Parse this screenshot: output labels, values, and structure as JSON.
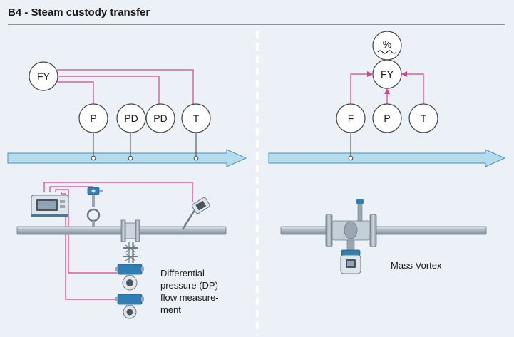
{
  "header": {
    "title": "B4 - Steam custody transfer"
  },
  "left_panel": {
    "bubbles": {
      "fy": "FY",
      "p": "P",
      "pd1": "PD",
      "pd2": "PD",
      "t": "T"
    },
    "caption_lines": [
      "Differential",
      "pressure (DP)",
      "flow measure-",
      "ment"
    ]
  },
  "right_panel": {
    "bubbles": {
      "percent": "%",
      "fy": "FY",
      "f": "F",
      "p": "P",
      "t": "T"
    },
    "caption": "Mass Vortex"
  },
  "colors": {
    "signal_line": "#d4448a",
    "flow_arrow_fill": "#b4dcef",
    "flow_arrow_stroke": "#4a8fb7",
    "pipe_fill": "#b9c6d0",
    "device_blue": "#2f7fb5",
    "background": "#ebf1f7"
  }
}
